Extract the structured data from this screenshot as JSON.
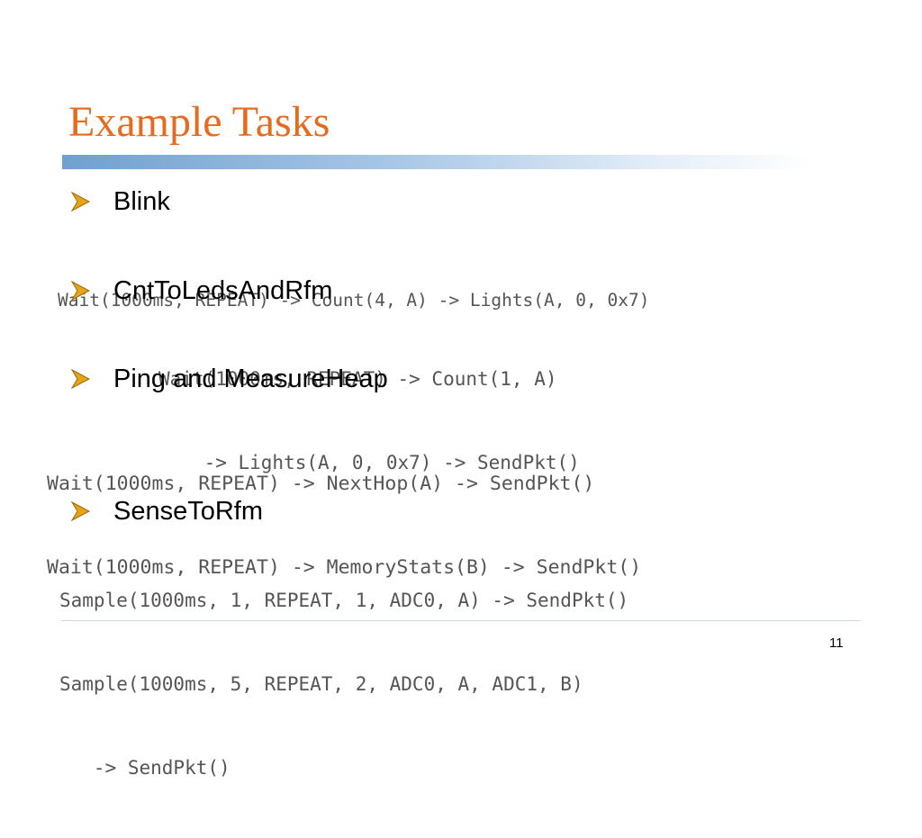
{
  "slide": {
    "title": "Example Tasks",
    "page_number": "11"
  },
  "sections": [
    {
      "bullet": "Blink",
      "code": [
        "Wait(1000ms, REPEAT) -> Count(4, A) -> Lights(A, 0, 0x7)"
      ]
    },
    {
      "bullet": "CntToLedsAndRfm",
      "code": [
        "Wait(1000ms, REPEAT) -> Count(1, A)",
        "    -> Lights(A, 0, 0x7) -> SendPkt()"
      ]
    },
    {
      "bullet": "Ping and MeasureHeap",
      "code": [
        "Wait(1000ms, REPEAT) -> NextHop(A) -> SendPkt()",
        "Wait(1000ms, REPEAT) -> MemoryStats(B) -> SendPkt()"
      ]
    },
    {
      "bullet": "SenseToRfm",
      "code": [
        "Sample(1000ms, 1, REPEAT, 1, ADC0, A) -> SendPkt()",
        "Sample(1000ms, 5, REPEAT, 2, ADC0, A, ADC1, B)",
        "   -> SendPkt()"
      ]
    }
  ],
  "colors": {
    "title": "#E56C1E",
    "bullet_arrow": "#E8A317",
    "code_text": "#555555"
  },
  "icons": {
    "bullet": "arrowhead-bullet-icon"
  }
}
